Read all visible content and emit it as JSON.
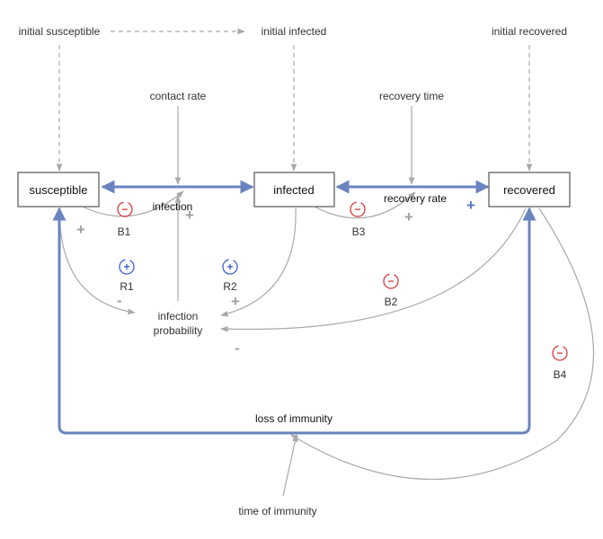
{
  "stocks": {
    "susceptible": "susceptible",
    "infected": "infected",
    "recovered": "recovered"
  },
  "flows": {
    "infection": "infection",
    "recovery_rate": "recovery rate",
    "loss_of_immunity": "loss of immunity"
  },
  "variables": {
    "initial_susceptible": "initial susceptible",
    "initial_infected": "initial infected",
    "initial_recovered": "initial recovered",
    "contact_rate": "contact rate",
    "recovery_time": "recovery time",
    "infection_probability_line1": "infection",
    "infection_probability_line2": "probability",
    "time_of_immunity": "time of immunity"
  },
  "polarity": {
    "plus": "+",
    "minus": "-"
  },
  "loops": {
    "B1": "B1",
    "R1": "R1",
    "R2": "R2",
    "B2": "B2",
    "B3": "B3",
    "B4": "B4",
    "balancing_symbol": "−",
    "reinforcing_symbol": "+"
  },
  "colors": {
    "flow": "#6a84c0",
    "link": "#a9a9a9",
    "sign": "#a0a0a0",
    "flow_sign": "#5b78c2",
    "balancing": "#d63a3a",
    "reinforcing": "#3d5fd1"
  }
}
